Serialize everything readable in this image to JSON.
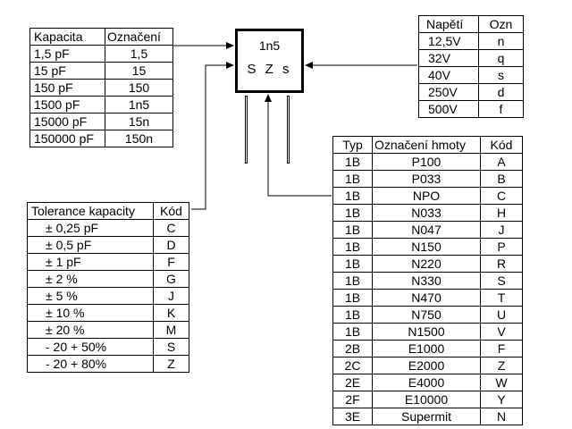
{
  "capacitor": {
    "value_marking": "1n5",
    "code_marking": "S Z s"
  },
  "capacitance_table": {
    "headers": [
      "Kapacita",
      "Označení"
    ],
    "rows": [
      [
        "1,5 pF",
        "1,5"
      ],
      [
        "15 pF",
        "15"
      ],
      [
        "150 pF",
        "150"
      ],
      [
        "1500 pF",
        "1n5"
      ],
      [
        "15000 pF",
        "15n"
      ],
      [
        "150000 pF",
        "150n"
      ]
    ]
  },
  "voltage_table": {
    "headers": [
      "Napětí",
      "Ozn"
    ],
    "rows": [
      [
        "12,5V",
        "n"
      ],
      [
        "32V",
        "q"
      ],
      [
        "40V",
        "s"
      ],
      [
        "250V",
        "d"
      ],
      [
        "500V",
        "f"
      ]
    ]
  },
  "tolerance_table": {
    "headers": [
      "Tolerance kapacity",
      "Kód"
    ],
    "rows": [
      [
        "± 0,25 pF",
        "C"
      ],
      [
        "± 0,5 pF",
        "D"
      ],
      [
        "± 1 pF",
        "F"
      ],
      [
        "± 2 %",
        "G"
      ],
      [
        "± 5 %",
        "J"
      ],
      [
        "± 10 %",
        "K"
      ],
      [
        "± 20 %",
        "M"
      ],
      [
        "- 20 + 50%",
        "S"
      ],
      [
        "- 20 + 80%",
        "Z"
      ]
    ]
  },
  "material_table": {
    "headers": [
      "Typ",
      "Označení hmoty",
      "Kód"
    ],
    "rows": [
      [
        "1B",
        "P100",
        "A"
      ],
      [
        "1B",
        "P033",
        "B"
      ],
      [
        "1B",
        "NPO",
        "C"
      ],
      [
        "1B",
        "N033",
        "H"
      ],
      [
        "1B",
        "N047",
        "J"
      ],
      [
        "1B",
        "N150",
        "P"
      ],
      [
        "1B",
        "N220",
        "R"
      ],
      [
        "1B",
        "N330",
        "S"
      ],
      [
        "1B",
        "N470",
        "T"
      ],
      [
        "1B",
        "N750",
        "U"
      ],
      [
        "1B",
        "N1500",
        "V"
      ],
      [
        "2B",
        "E1000",
        "F"
      ],
      [
        "2C",
        "E2000",
        "Z"
      ],
      [
        "2E",
        "E4000",
        "W"
      ],
      [
        "2F",
        "E10000",
        "Y"
      ],
      [
        "3E",
        "Supermit",
        "N"
      ]
    ]
  }
}
